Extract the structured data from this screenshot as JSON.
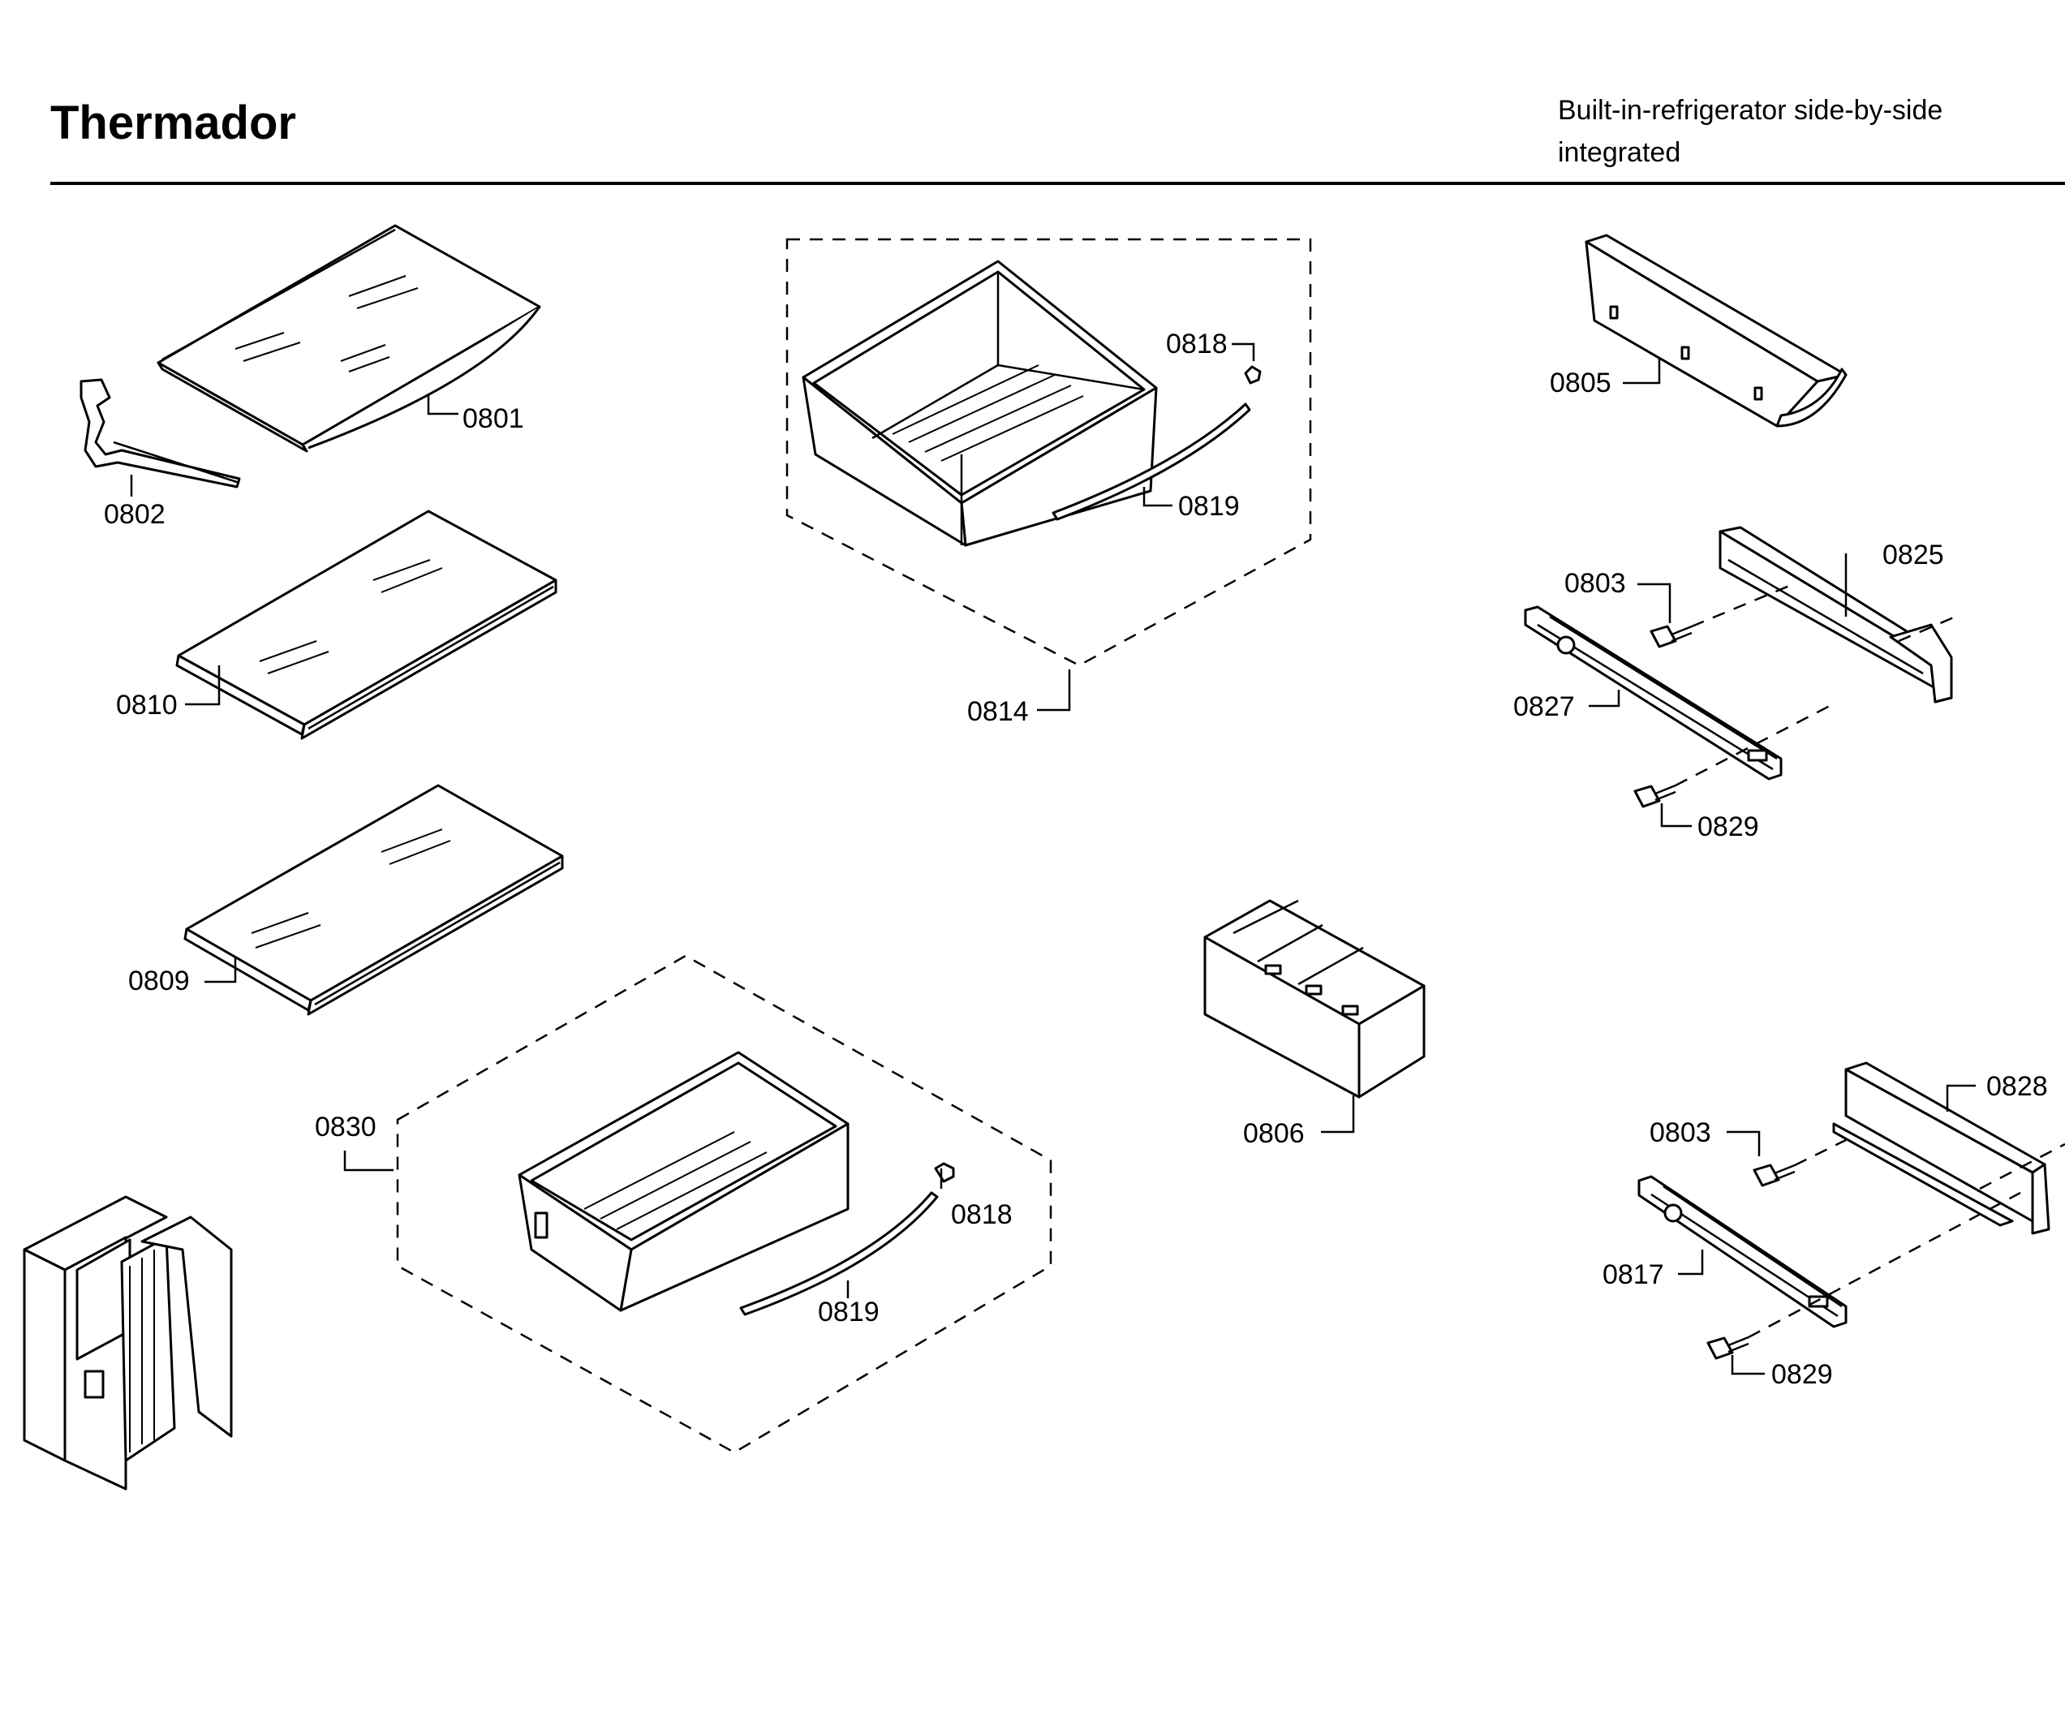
{
  "header": {
    "brand": "Thermador",
    "subtitle_line1": "Built-in-refrigerator side-by-side",
    "subtitle_line2": "integrated"
  },
  "callouts": [
    {
      "id": "c0801",
      "label": "0801"
    },
    {
      "id": "c0802",
      "label": "0802"
    },
    {
      "id": "c0810",
      "label": "0810"
    },
    {
      "id": "c0809",
      "label": "0809"
    },
    {
      "id": "c0818a",
      "label": "0818"
    },
    {
      "id": "c0819a",
      "label": "0819"
    },
    {
      "id": "c0814",
      "label": "0814"
    },
    {
      "id": "c0830",
      "label": "0830"
    },
    {
      "id": "c0818b",
      "label": "0818"
    },
    {
      "id": "c0819b",
      "label": "0819"
    },
    {
      "id": "c0806",
      "label": "0806"
    },
    {
      "id": "c0805",
      "label": "0805"
    },
    {
      "id": "c0803a",
      "label": "0803"
    },
    {
      "id": "c0825",
      "label": "0825"
    },
    {
      "id": "c0827",
      "label": "0827"
    },
    {
      "id": "c0829a",
      "label": "0829"
    },
    {
      "id": "c0803b",
      "label": "0803"
    },
    {
      "id": "c0828",
      "label": "0828"
    },
    {
      "id": "c0817",
      "label": "0817"
    },
    {
      "id": "c0829b",
      "label": "0829"
    }
  ]
}
